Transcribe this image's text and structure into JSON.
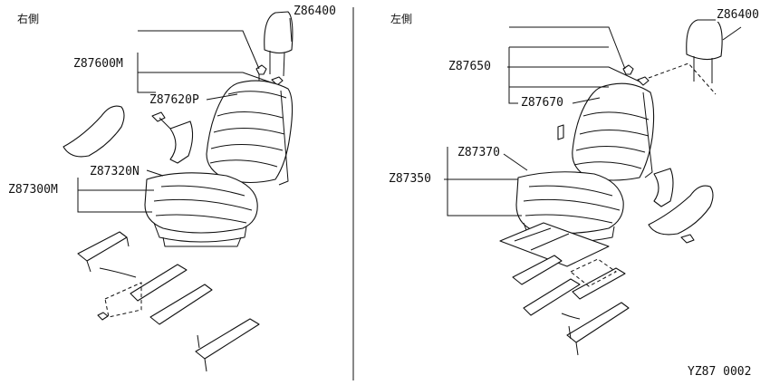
{
  "right_side": {
    "title": "右側",
    "labels": {
      "headrest": "Z86400",
      "guide": "Z87600M",
      "back_trim": "Z87620P",
      "cushion_trim": "Z87320N",
      "seat_assy": "Z87300M"
    }
  },
  "left_side": {
    "title": "左側",
    "labels": {
      "headrest": "Z86400",
      "guide": "Z87650",
      "back_trim": "Z87670",
      "cushion_trim": "Z87370",
      "seat_assy": "Z87350"
    }
  },
  "footer": {
    "code": "YZ87 0002"
  }
}
